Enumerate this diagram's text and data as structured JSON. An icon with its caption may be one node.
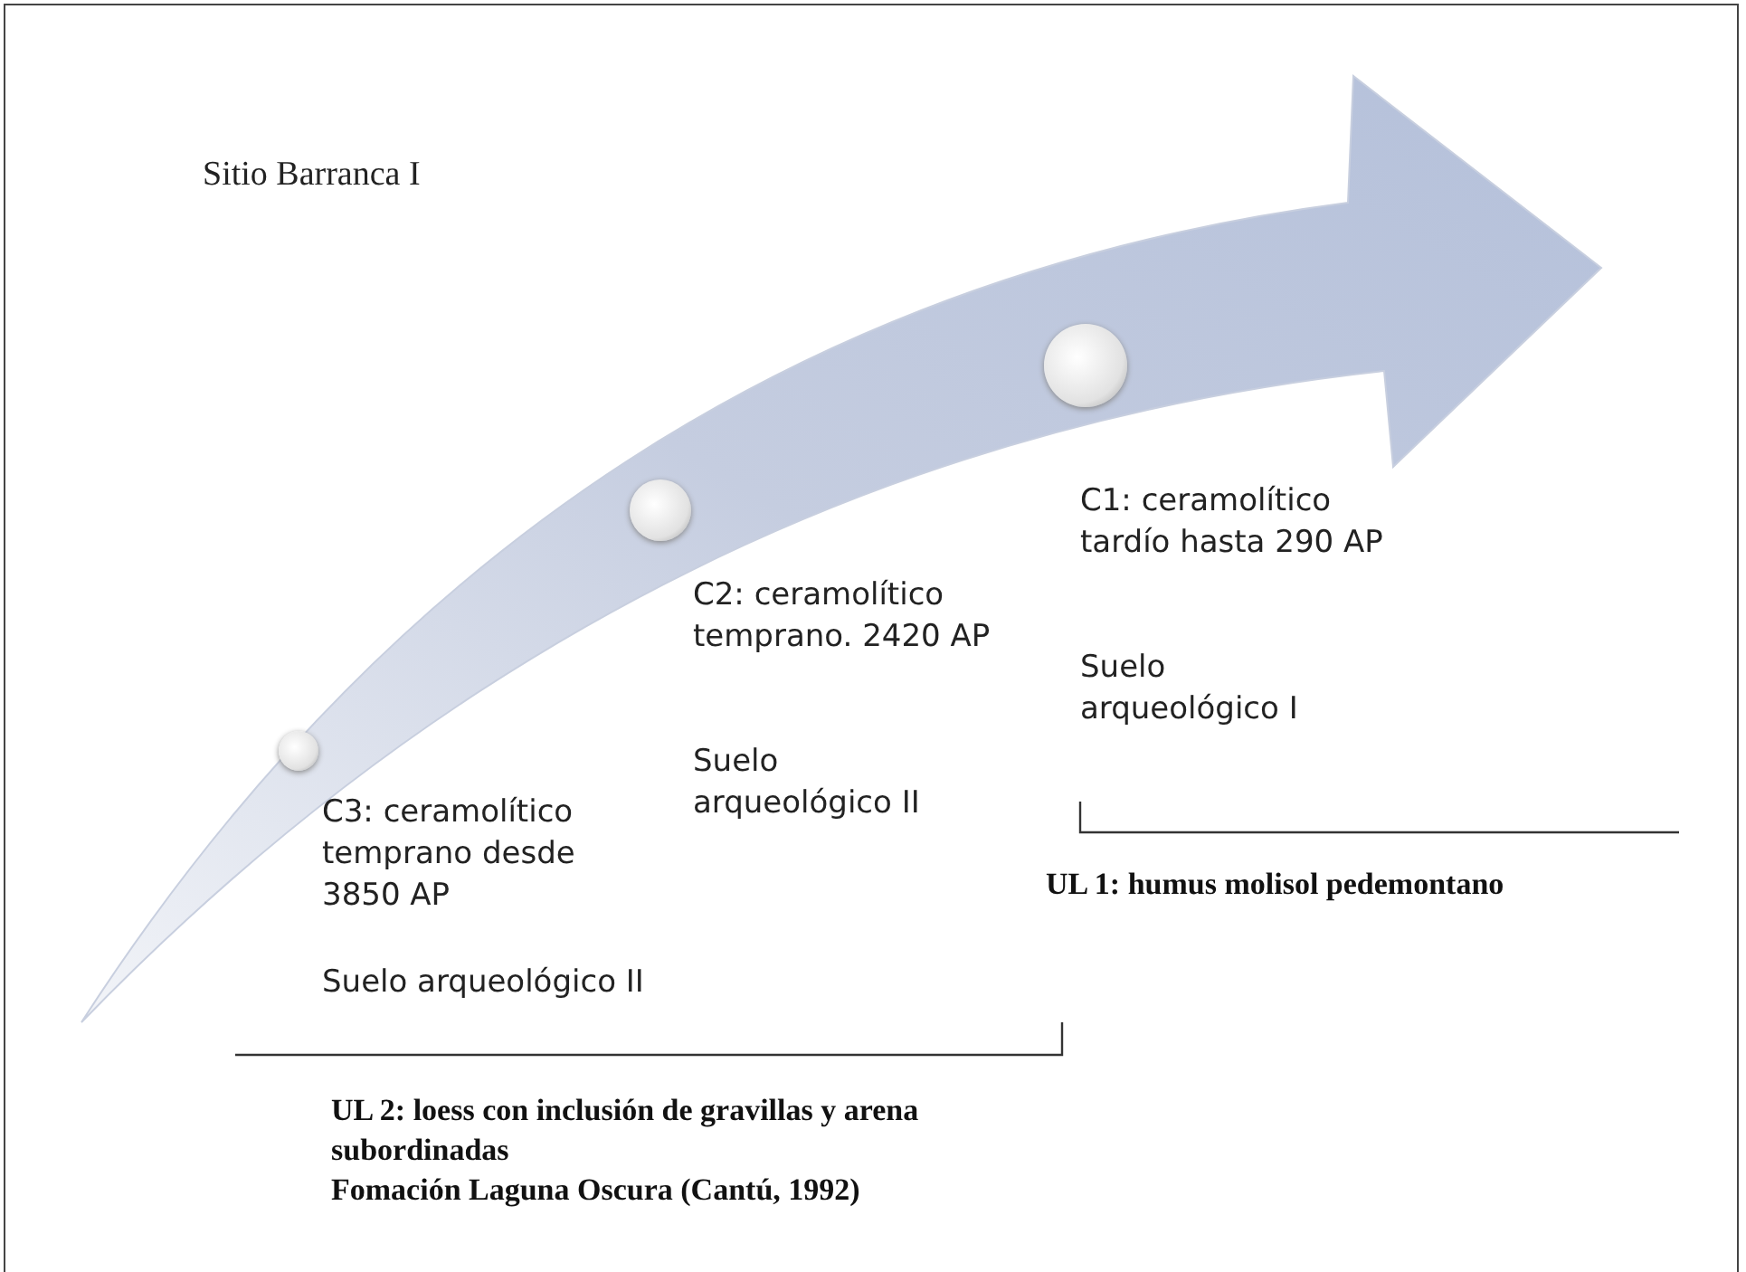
{
  "diagram": {
    "title": "Sitio Barranca I",
    "nodes": [
      {
        "text": [],
        "shape": "circle",
        "beside": [
          "C3: ceramolítico temprano desde 3850 AP",
          "Suelo arqueológico II"
        ]
      },
      {
        "text": [],
        "shape": "circle",
        "beside": [
          "C2: ceramolítico temprano. 2420 AP",
          "Suelo arqueológico II"
        ]
      },
      {
        "text": [],
        "shape": "circle",
        "beside": [
          "C1: ceramolítico tardío hasta 290 AP",
          "Suelo arqueológico I"
        ]
      }
    ],
    "labels": [
      "UL 1: humus molisol pedemontano",
      "UL 2: loess con inclusión de gravillas y arena subordinadas",
      "Fomación Laguna Oscura (Cantú, 1992)"
    ]
  }
}
